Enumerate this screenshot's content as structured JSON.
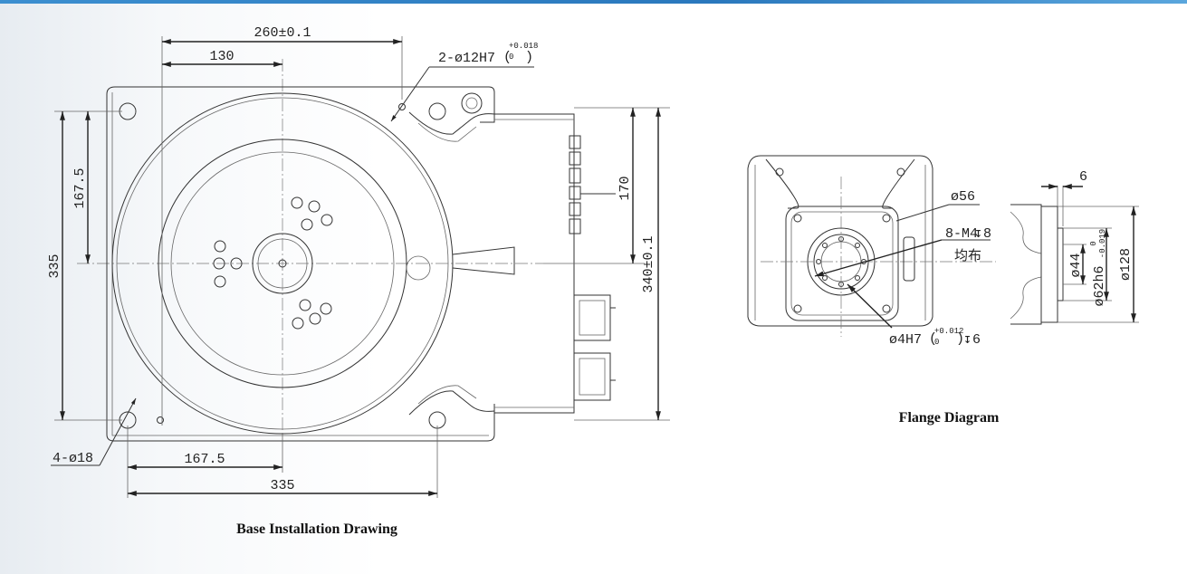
{
  "base": {
    "caption": "Base Installation Drawing",
    "dims": {
      "top_width": "260±0.1",
      "top_half": "130",
      "pin_holes": "2-ø12H7",
      "pin_tol_upper": "+0.018",
      "pin_tol_lower": "0",
      "left_half": "167.5",
      "left_full": "335",
      "right_170": "170",
      "right_340": "340±0.1",
      "bottom_half": "167.5",
      "bottom_full": "335",
      "mount_holes": "4-ø18"
    }
  },
  "flange": {
    "caption": "Flange Diagram",
    "dims": {
      "d56": "ø56",
      "tapped": "8-M4",
      "tapped_depth": "8",
      "even": "均布",
      "pin": "ø4H7",
      "pin_tol_upper": "+0.012",
      "pin_tol_lower": "0",
      "pin_depth": "6",
      "thickness": "6",
      "d44": "ø44",
      "d62": "ø62h6",
      "d62_tol_upper": "0",
      "d62_tol_lower": "-0.019",
      "d128": "ø128"
    }
  }
}
